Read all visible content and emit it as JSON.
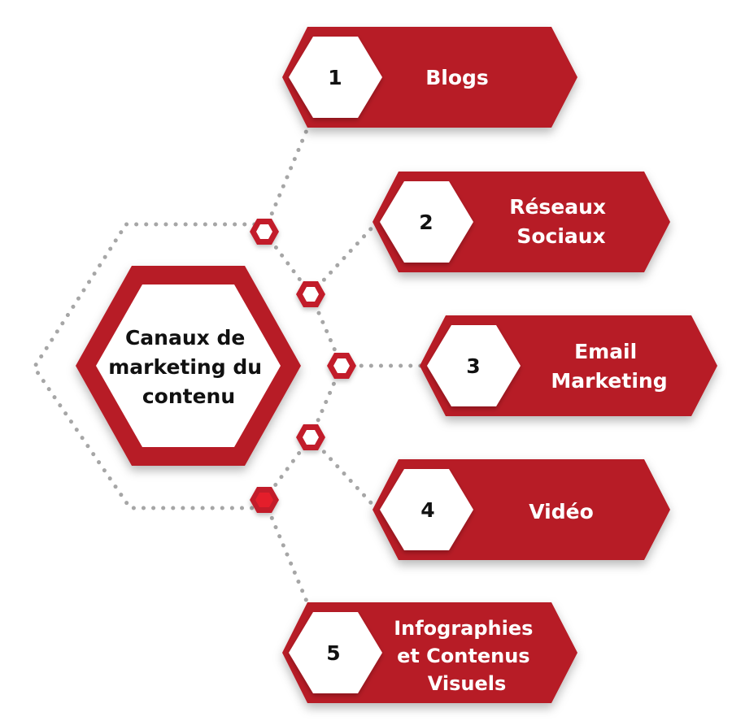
{
  "diagram": {
    "center": {
      "lines": [
        "Canaux de",
        "marketing du",
        "contenu"
      ]
    },
    "channels": [
      {
        "number": "1",
        "lines": [
          "Blogs"
        ]
      },
      {
        "number": "2",
        "lines": [
          "Réseaux",
          "Sociaux"
        ]
      },
      {
        "number": "3",
        "lines": [
          "Email",
          "Marketing"
        ]
      },
      {
        "number": "4",
        "lines": [
          "Vidéo"
        ]
      },
      {
        "number": "5",
        "lines": [
          "Infographies",
          "et Contenus",
          "Visuels"
        ]
      }
    ]
  },
  "colors": {
    "primary_red": "#b71c26",
    "bright_red": "#e41e2b",
    "dots": "#a6a6a6",
    "text_light": "#ffffff",
    "text_dark": "#111111"
  }
}
